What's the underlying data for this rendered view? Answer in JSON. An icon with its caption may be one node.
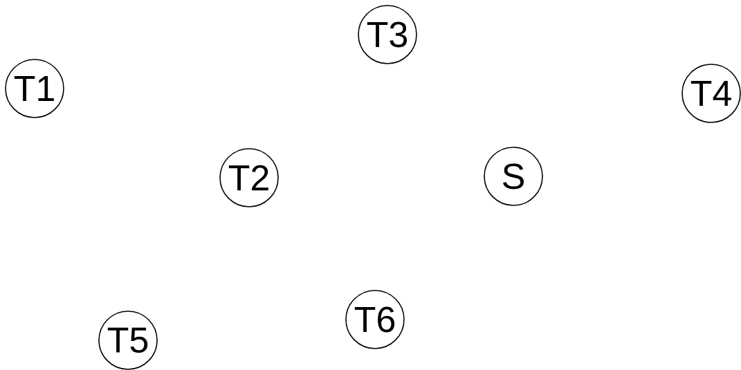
{
  "diagram": {
    "nodes": [
      {
        "text": [
          "T1"
        ]
      },
      {
        "text": [
          "T3"
        ]
      },
      {
        "text": [
          "T4"
        ]
      },
      {
        "text": [
          "T2"
        ]
      },
      {
        "text": [
          "S"
        ]
      },
      {
        "text": [
          "T5"
        ]
      },
      {
        "text": [
          "T6"
        ]
      }
    ]
  }
}
